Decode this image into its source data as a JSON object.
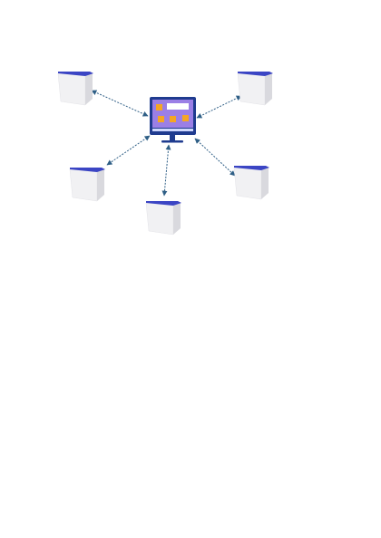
{
  "diagram": {
    "hub": {
      "icon": "monitor-icon",
      "screen_color": "#9b7fe6",
      "frame_color": "#1f3b8f",
      "accent_color": "#f5a623"
    },
    "nodes": [
      {
        "id": "node-top-left",
        "icon": "cube-icon"
      },
      {
        "id": "node-top-right",
        "icon": "cube-icon"
      },
      {
        "id": "node-mid-left",
        "icon": "cube-icon"
      },
      {
        "id": "node-bottom",
        "icon": "cube-icon"
      },
      {
        "id": "node-mid-right",
        "icon": "cube-icon"
      }
    ],
    "edges": [
      {
        "from": "hub",
        "to": "node-top-left",
        "directed": "both"
      },
      {
        "from": "hub",
        "to": "node-top-right",
        "directed": "both"
      },
      {
        "from": "hub",
        "to": "node-mid-left",
        "directed": "both"
      },
      {
        "from": "hub",
        "to": "node-bottom",
        "directed": "both"
      },
      {
        "from": "hub",
        "to": "node-mid-right",
        "directed": "both"
      }
    ],
    "colors": {
      "cube_top": "#3b45c4",
      "cube_front": "#f1f1f3",
      "cube_side": "#d9d9de",
      "edge": "#2f5f86"
    }
  }
}
